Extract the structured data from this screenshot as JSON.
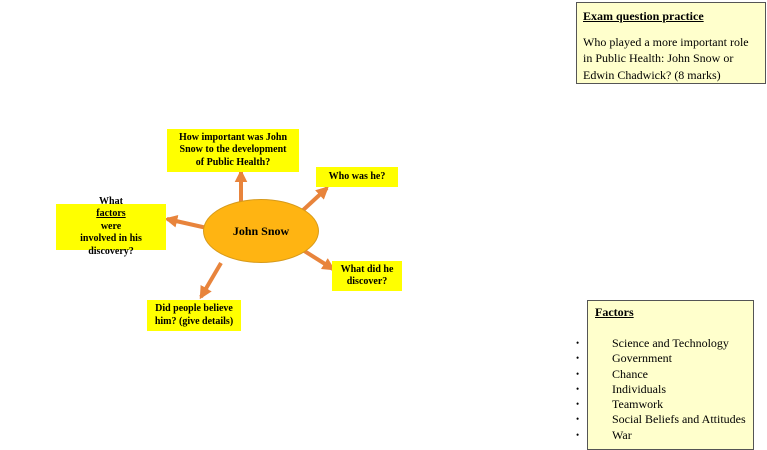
{
  "diagram": {
    "center_label": "John Snow",
    "nodes": {
      "importance": {
        "lines": [
          "How important was John",
          "Snow to the development",
          "of Public Health?"
        ]
      },
      "who": {
        "lines": [
          "Who was he?"
        ]
      },
      "factors": {
        "before": "What ",
        "underlined": "factors",
        "after": " were",
        "rest": [
          "involved in his",
          "discovery?"
        ]
      },
      "discover": {
        "lines": [
          "What did he",
          "discover?"
        ]
      },
      "believe": {
        "lines": [
          "Did people believe",
          "him? (give details)"
        ]
      }
    },
    "arrow_color": "#e8843c",
    "box_color": "#ffff00",
    "center_color": "#ffb412"
  },
  "exam_panel": {
    "title": "Exam question practice",
    "question": "Who  played a more important role in Public Health: John Snow or Edwin Chadwick? (8 marks)"
  },
  "factors_panel": {
    "title": "Factors",
    "items": [
      "Science and Technology",
      "Government",
      "Chance",
      "Individuals",
      "Teamwork",
      "Social Beliefs and Attitudes",
      "War"
    ]
  }
}
